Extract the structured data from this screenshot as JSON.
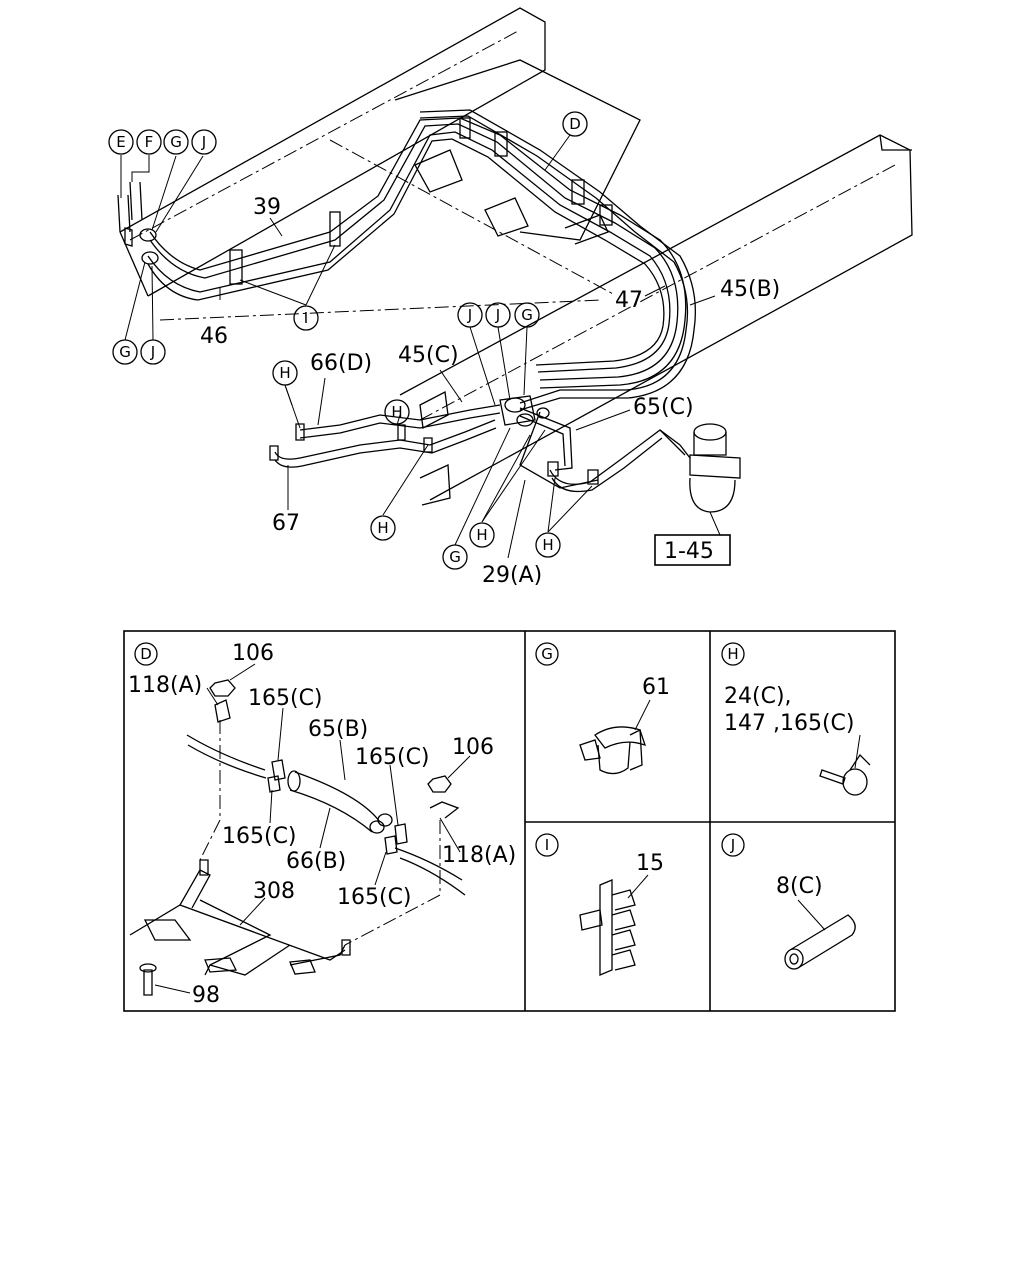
{
  "main_view": {
    "callouts": [
      {
        "letter": "E"
      },
      {
        "letter": "F"
      },
      {
        "letter": "G"
      },
      {
        "letter": "J"
      },
      {
        "letter": "G"
      },
      {
        "letter": "J"
      },
      {
        "letter": "I"
      },
      {
        "letter": "D"
      },
      {
        "letter": "H"
      },
      {
        "letter": "H"
      },
      {
        "letter": "J"
      },
      {
        "letter": "J"
      },
      {
        "letter": "G"
      },
      {
        "letter": "H"
      },
      {
        "letter": "G"
      },
      {
        "letter": "H"
      },
      {
        "letter": "H"
      }
    ],
    "part_labels": [
      {
        "text": "39"
      },
      {
        "text": "46"
      },
      {
        "text": "47"
      },
      {
        "text": "45(B)"
      },
      {
        "text": "66(D)"
      },
      {
        "text": "45(C)"
      },
      {
        "text": "65(C)"
      },
      {
        "text": "67"
      },
      {
        "text": "29(A)"
      }
    ],
    "ref_box": "1-45"
  },
  "detail_D": {
    "letter": "D",
    "labels": [
      {
        "text": "106"
      },
      {
        "text": "118(A)"
      },
      {
        "text": "165(C)"
      },
      {
        "text": "65(B)"
      },
      {
        "text": "165(C)"
      },
      {
        "text": "106"
      },
      {
        "text": "165(C)"
      },
      {
        "text": "66(B)"
      },
      {
        "text": "118(A)"
      },
      {
        "text": "308"
      },
      {
        "text": "165(C)"
      },
      {
        "text": "98"
      }
    ]
  },
  "detail_G": {
    "letter": "G",
    "labels": [
      {
        "text": "61"
      }
    ]
  },
  "detail_H": {
    "letter": "H",
    "labels": [
      {
        "text": "24(C),"
      },
      {
        "text": "147 ,165(C)"
      }
    ]
  },
  "detail_I": {
    "letter": "I",
    "labels": [
      {
        "text": "15"
      }
    ]
  },
  "detail_J": {
    "letter": "J",
    "labels": [
      {
        "text": "8(C)"
      }
    ]
  }
}
